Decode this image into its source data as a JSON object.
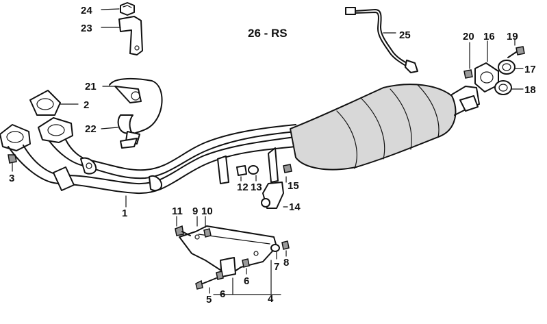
{
  "diagram": {
    "title": "26 - RS",
    "labels": {
      "p1": "1",
      "p2": "2",
      "p3": "3",
      "p4": "4",
      "p5": "5",
      "p6a": "6",
      "p6b": "6",
      "p7": "7",
      "p8": "8",
      "p9": "9",
      "p10": "10",
      "p11": "11",
      "p12": "12",
      "p13": "13",
      "p14": "14",
      "p15": "15",
      "p16": "16",
      "p17": "17",
      "p18": "18",
      "p19": "19",
      "p20": "20",
      "p21": "21",
      "p22": "22",
      "p23": "23",
      "p24": "24",
      "p25": "25"
    }
  }
}
